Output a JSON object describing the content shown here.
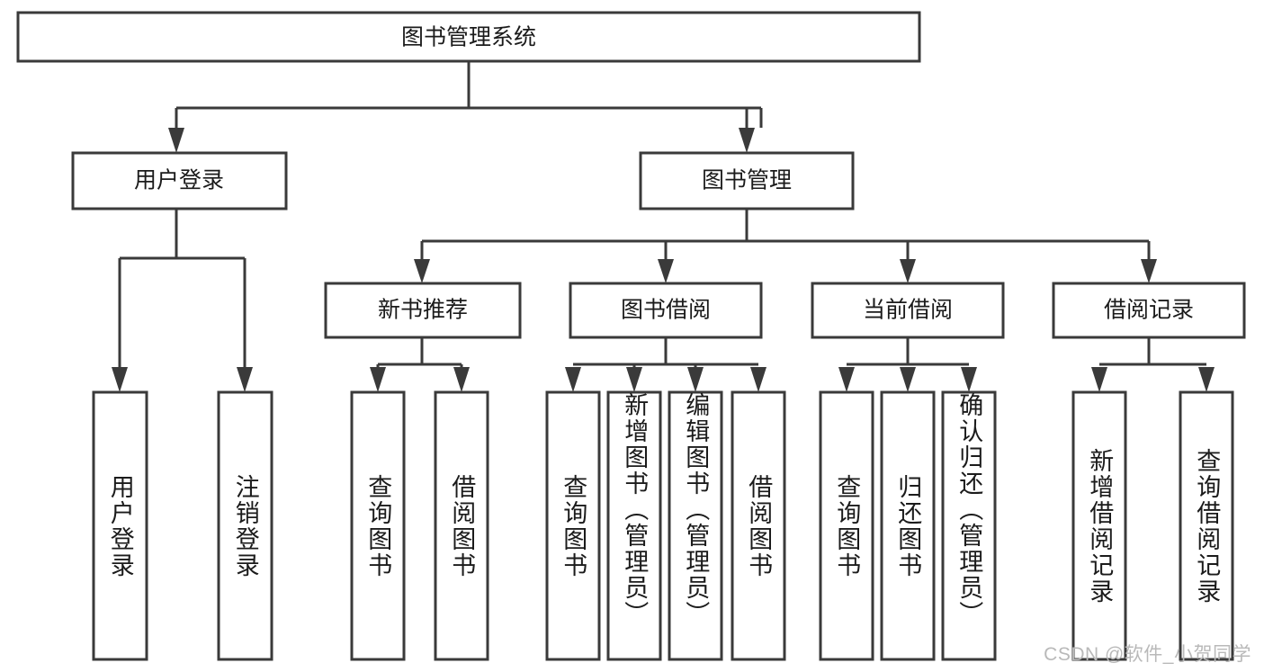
{
  "diagram": {
    "type": "tree",
    "orientation": "top-down",
    "title": "图书管理系统",
    "style": {
      "box_fill": "#ffffff",
      "box_stroke": "#3a3a3a",
      "text_color": "#1b1b1b",
      "connector_color": "#3a3a3a",
      "background": "#ffffff"
    },
    "levels": {
      "root": {
        "label": "图书管理系统"
      },
      "level2": [
        {
          "label": "用户登录"
        },
        {
          "label": "图书管理"
        }
      ],
      "level3": [
        {
          "label": "新书推荐"
        },
        {
          "label": "图书借阅"
        },
        {
          "label": "当前借阅"
        },
        {
          "label": "借阅记录"
        }
      ]
    },
    "leaves": {
      "user_login": [
        {
          "label": "用户登录"
        },
        {
          "label": "注销登录"
        }
      ],
      "new_book_recommend": [
        {
          "label": "查询图书"
        },
        {
          "label": "借阅图书"
        }
      ],
      "book_borrow": [
        {
          "label": "查询图书"
        },
        {
          "label": "新增图书（管理员）"
        },
        {
          "label": "编辑图书（管理员）"
        },
        {
          "label": "借阅图书"
        }
      ],
      "current_borrow": [
        {
          "label": "查询图书"
        },
        {
          "label": "归还图书"
        },
        {
          "label": "确认归还（管理员）"
        }
      ],
      "borrow_records": [
        {
          "label": "新增借阅记录"
        },
        {
          "label": "查询借阅记录"
        }
      ]
    }
  },
  "watermark": {
    "text": "CSDN @软件_小贺同学"
  }
}
